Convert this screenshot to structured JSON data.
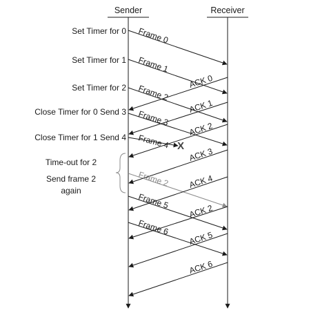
{
  "header": {
    "sender": "Sender",
    "receiver": "Receiver"
  },
  "colors": {
    "line": "#1a1a1a",
    "retransmit": "#8a8a8a",
    "text": "#1a1a1a"
  },
  "events": [
    {
      "label": "Set Timer for 0"
    },
    {
      "label": "Set Timer for 1"
    },
    {
      "label": "Set Timer for 2"
    },
    {
      "label": "Close Timer for 0 Send 3"
    },
    {
      "label": "Close Timer for 1 Send 4"
    },
    {
      "label": "Time-out for 2"
    },
    {
      "label": "Send frame 2"
    },
    {
      "label": "again"
    }
  ],
  "frames": [
    {
      "label": "Frame 0"
    },
    {
      "label": "Frame 1"
    },
    {
      "label": "Frame 2"
    },
    {
      "label": "Frame 3"
    },
    {
      "label": "Frame 4",
      "lost": true
    },
    {
      "label": "Frame 2",
      "retransmission": true
    },
    {
      "label": "Frame 5"
    },
    {
      "label": "Frame 6"
    }
  ],
  "acks": [
    {
      "label": "ACK 0"
    },
    {
      "label": "ACK 1"
    },
    {
      "label": "ACK 2"
    },
    {
      "label": "ACK 3"
    },
    {
      "label": "ACK 4"
    },
    {
      "label": "ACK 2"
    },
    {
      "label": "ACK 5"
    },
    {
      "label": "ACK 6"
    }
  ],
  "loss_marker": "X"
}
